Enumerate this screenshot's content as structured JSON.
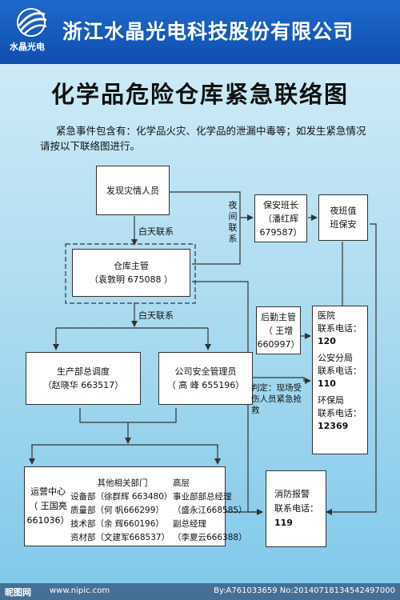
{
  "header": {
    "logo_text": "水晶光电",
    "company": "浙江水晶光电科技股份有限公司"
  },
  "title": "化学品危险仓库紧急联络图",
  "intro": {
    "line1": "紧急事件包含有：化学品火灾、化学品的泄漏中毒等；如发生紧急情况",
    "line2": "请按以下联络图进行。"
  },
  "nodes": {
    "discoverer": "发现灾情人员",
    "warehouse_manager": {
      "title": "仓库主管",
      "person": "（袁敦明 675088 ）"
    },
    "security_captain": {
      "title": "保安班长",
      "person": "（潘红辉",
      "phone": "679587）"
    },
    "night_guard": {
      "line1": "夜班值",
      "line2": "班保安"
    },
    "logistics_manager": {
      "title": "后勤主管",
      "person": "（ 王增",
      "phone": "660997）"
    },
    "production_dispatch": {
      "title": "生产部总调度",
      "person": "（赵晓华 663517）"
    },
    "safety_officer": {
      "title": "公司安全管理员",
      "person": "（ 高 峰 655196）"
    },
    "hospital": {
      "name": "医院",
      "label": "联系电话：",
      "number": "120"
    },
    "police": {
      "name": "公安分局",
      "label": "联系电话：",
      "number": "110"
    },
    "environment": {
      "name": "环保局",
      "label": "联系电话：",
      "number": "12369"
    },
    "ops_center": {
      "line1": "运营中心",
      "line2": "（ 王国亮",
      "line3": "661036）"
    },
    "other_depts": {
      "title": "其他相关部门",
      "rows": [
        "设备部（徐群辉 663480）",
        "质量部（何  帆666299）",
        "技术部（余  辉660196）",
        "资材部（文建军668537）"
      ]
    },
    "senior": {
      "title": "高层",
      "rows": [
        "事业部部总经理",
        "（盛永江668585）",
        "副总经理",
        "（李夏云666388）"
      ]
    },
    "fire": {
      "line1": "消防报警",
      "line2": "联系电话：",
      "number": "119"
    }
  },
  "edge_labels": {
    "day_contact_1": "白天联系",
    "day_contact_2": "白天联系",
    "night_contact": [
      "夜",
      "间",
      "联",
      "系"
    ],
    "judgement": [
      "判定：现场受",
      "伤人员紧急抢",
      "救"
    ]
  },
  "footer": {
    "brand": "昵图网",
    "url": "www.nipic.com",
    "code": "By:A761033659 No:20140718134542497000"
  },
  "colors": {
    "header_blue": "#1559bd",
    "background_top": "#d6eef8",
    "background_bottom": "#7fc8ea",
    "line": "#333333"
  }
}
